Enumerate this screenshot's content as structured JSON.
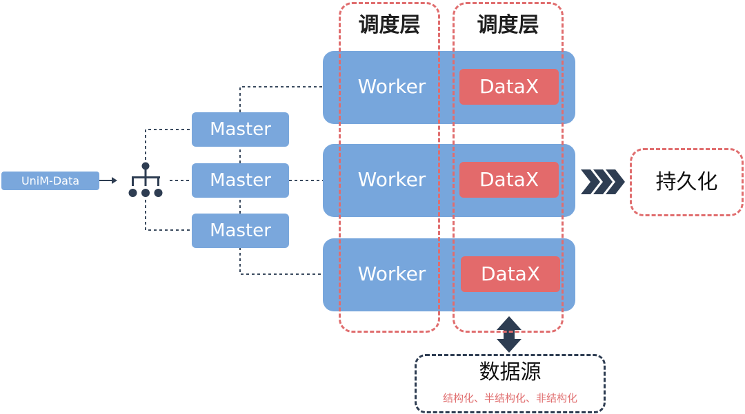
{
  "input": {
    "label": "UniM-Data"
  },
  "masters": [
    {
      "label": "Master"
    },
    {
      "label": "Master"
    },
    {
      "label": "Master"
    }
  ],
  "columns": [
    {
      "title": "调度层"
    },
    {
      "title": "调度层"
    }
  ],
  "rows": [
    {
      "worker": "Worker",
      "engine": "DataX"
    },
    {
      "worker": "Worker",
      "engine": "DataX"
    },
    {
      "worker": "Worker",
      "engine": "DataX"
    }
  ],
  "persistence": {
    "label": "持久化"
  },
  "datasource": {
    "title": "数据源",
    "subtitle": "结构化、半结构化、非结构化"
  },
  "colors": {
    "blue": "#77a6dc",
    "red": "#e36a6b",
    "navy": "#2e3d52"
  }
}
